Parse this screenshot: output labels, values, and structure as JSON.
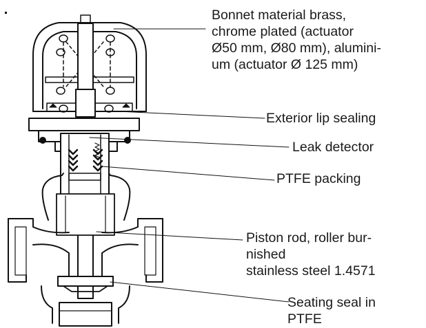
{
  "callouts": {
    "bonnet": {
      "lines": [
        "Bonnet material brass,",
        "chrome plated (actuator",
        "Ø50 mm, Ø80 mm), alumini-",
        "um (actuator Ø 125 mm)"
      ]
    },
    "lip_sealing": {
      "lines": [
        "Exterior lip sealing"
      ]
    },
    "leak_detector": {
      "lines": [
        "Leak detector"
      ]
    },
    "ptfe_packing": {
      "lines": [
        "PTFE packing"
      ]
    },
    "piston_rod": {
      "lines": [
        "Piston rod, roller bur-",
        "nished",
        "stainless steel 1.4571"
      ]
    },
    "seating_seal": {
      "lines": [
        "Seating seal in",
        "PTFE"
      ]
    }
  }
}
